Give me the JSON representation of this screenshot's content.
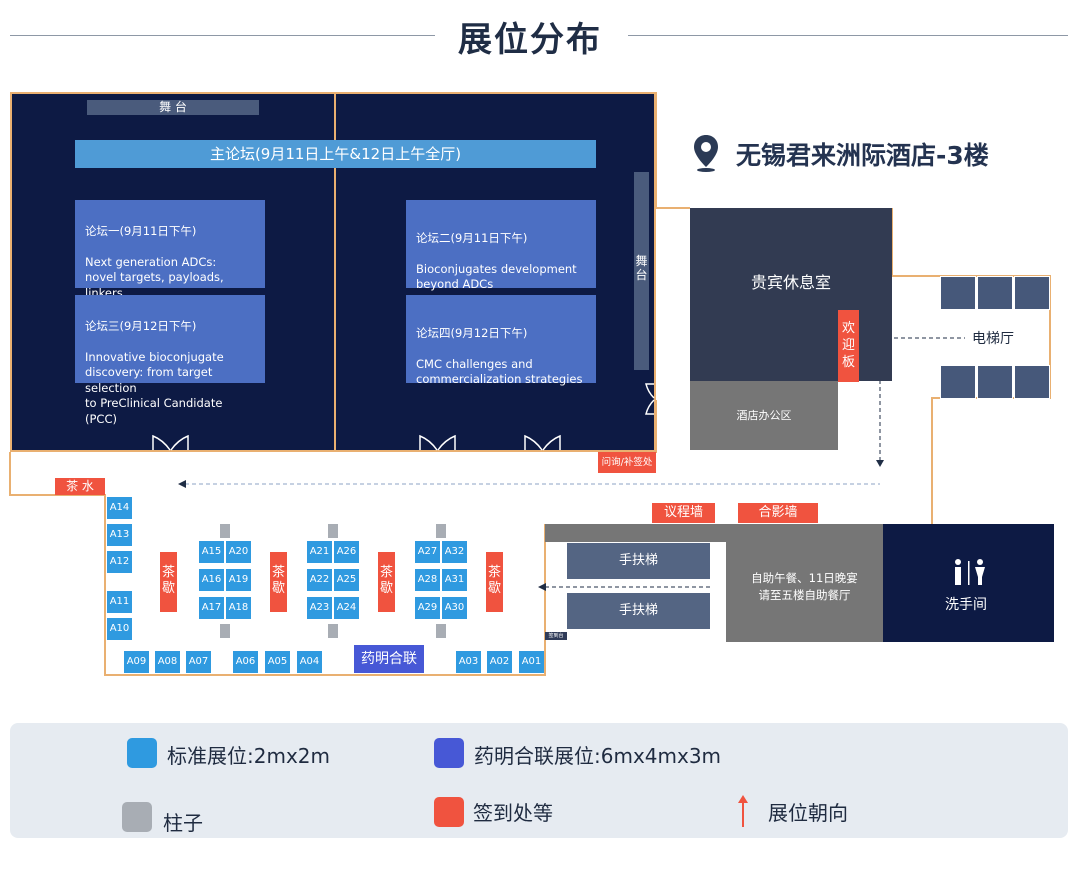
{
  "title": "展位分布",
  "venue": "无锡君来洲际酒店-3楼",
  "stage_top": "舞 台",
  "stage_side": "舞台",
  "main_forum": "主论坛(9月11日上午&12日上午全厅)",
  "forums": [
    {
      "head": "论坛一(9月11日下午)",
      "body": "Next generation ADCs:\nnovel targets, payloads, linkers,\nand conjugation technologies"
    },
    {
      "head": "论坛二(9月11日下午)",
      "body": "Bioconjugates development\nbeyond ADCs"
    },
    {
      "head": "论坛三(9月12日下午)",
      "body": "Innovative bioconjugate\ndiscovery: from target selection\nto PreClinical Candidate (PCC)"
    },
    {
      "head": "论坛四(9月12日下午)",
      "body": "CMC challenges and\ncommercialization strategies"
    }
  ],
  "rooms": {
    "vip": "贵宾休息室",
    "welcome": "欢迎板",
    "hotel_office": "酒店办公区",
    "elevator_hall": "电梯厅",
    "inquiry": "问询/补签处",
    "tea_water": "茶 水",
    "agenda_wall": "议程墙",
    "photo_wall": "合影墙",
    "escalator": "手扶梯",
    "buffet": "自助午餐、11日晚宴\n请至五楼自助餐厅",
    "restroom": "洗手间",
    "tea_break": "茶歇",
    "small_label": "签到台",
    "wuxi_booth": "药明合联"
  },
  "booths": {
    "left_col": [
      "A14",
      "A13",
      "A12",
      "A11",
      "A10"
    ],
    "bottom_left": [
      "A09",
      "A08",
      "A07",
      "A06",
      "A05",
      "A04"
    ],
    "bottom_right": [
      "A03",
      "A02",
      "A01"
    ],
    "island1": [
      "A15",
      "A20",
      "A16",
      "A19",
      "A17",
      "A18"
    ],
    "island2": [
      "A21",
      "A26",
      "A22",
      "A25",
      "A23",
      "A24"
    ],
    "island3": [
      "A27",
      "A32",
      "A28",
      "A31",
      "A29",
      "A30"
    ]
  },
  "legend": {
    "standard": "标准展位:2mx2m",
    "wuxi": "药明合联展位:6mx4mx3m",
    "pillar": "柱子",
    "checkin": "签到处等",
    "direction": "展位朝向"
  },
  "colors": {
    "hall": "#0d1a44",
    "booth": "#2f9ae0",
    "wuxi": "#4758d6",
    "orange": "#f0533f",
    "pillar": "#a8adb4",
    "border": "#e9b071"
  }
}
